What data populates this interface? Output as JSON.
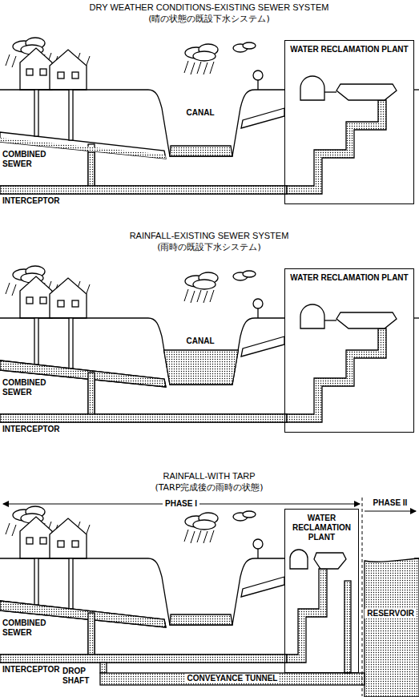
{
  "diagram": {
    "nodes": [
      {
        "text": [
          "WATER RECLAMATION PLANT"
        ]
      },
      {
        "text": [
          "WATER RECLAMATION PLANT"
        ]
      },
      {
        "text": [
          "WATER RECLAMATION PLANT"
        ]
      }
    ],
    "labels": [
      "DRY WEATHER CONDITIONS-EXISTING SEWER SYSTEM",
      "(晴の状態の既設下水システム)",
      "CANAL",
      "COMBINED SEWER",
      "INTERCEPTOR",
      "RAINFALL-EXISTING SEWER SYSTEM",
      "(雨時の既設下水システム)",
      "CANAL",
      "COMBINED SEWER",
      "INTERCEPTOR",
      "RAINFALL-WITH TARP",
      "(TARP完成後の雨時の状態)",
      "PHASE I",
      "PHASE II",
      "COMBINED SEWER",
      "INTERCEPTOR",
      "DROP SHAFT",
      "CONVEYANCE TUNNEL",
      "RESERVOIR"
    ]
  }
}
